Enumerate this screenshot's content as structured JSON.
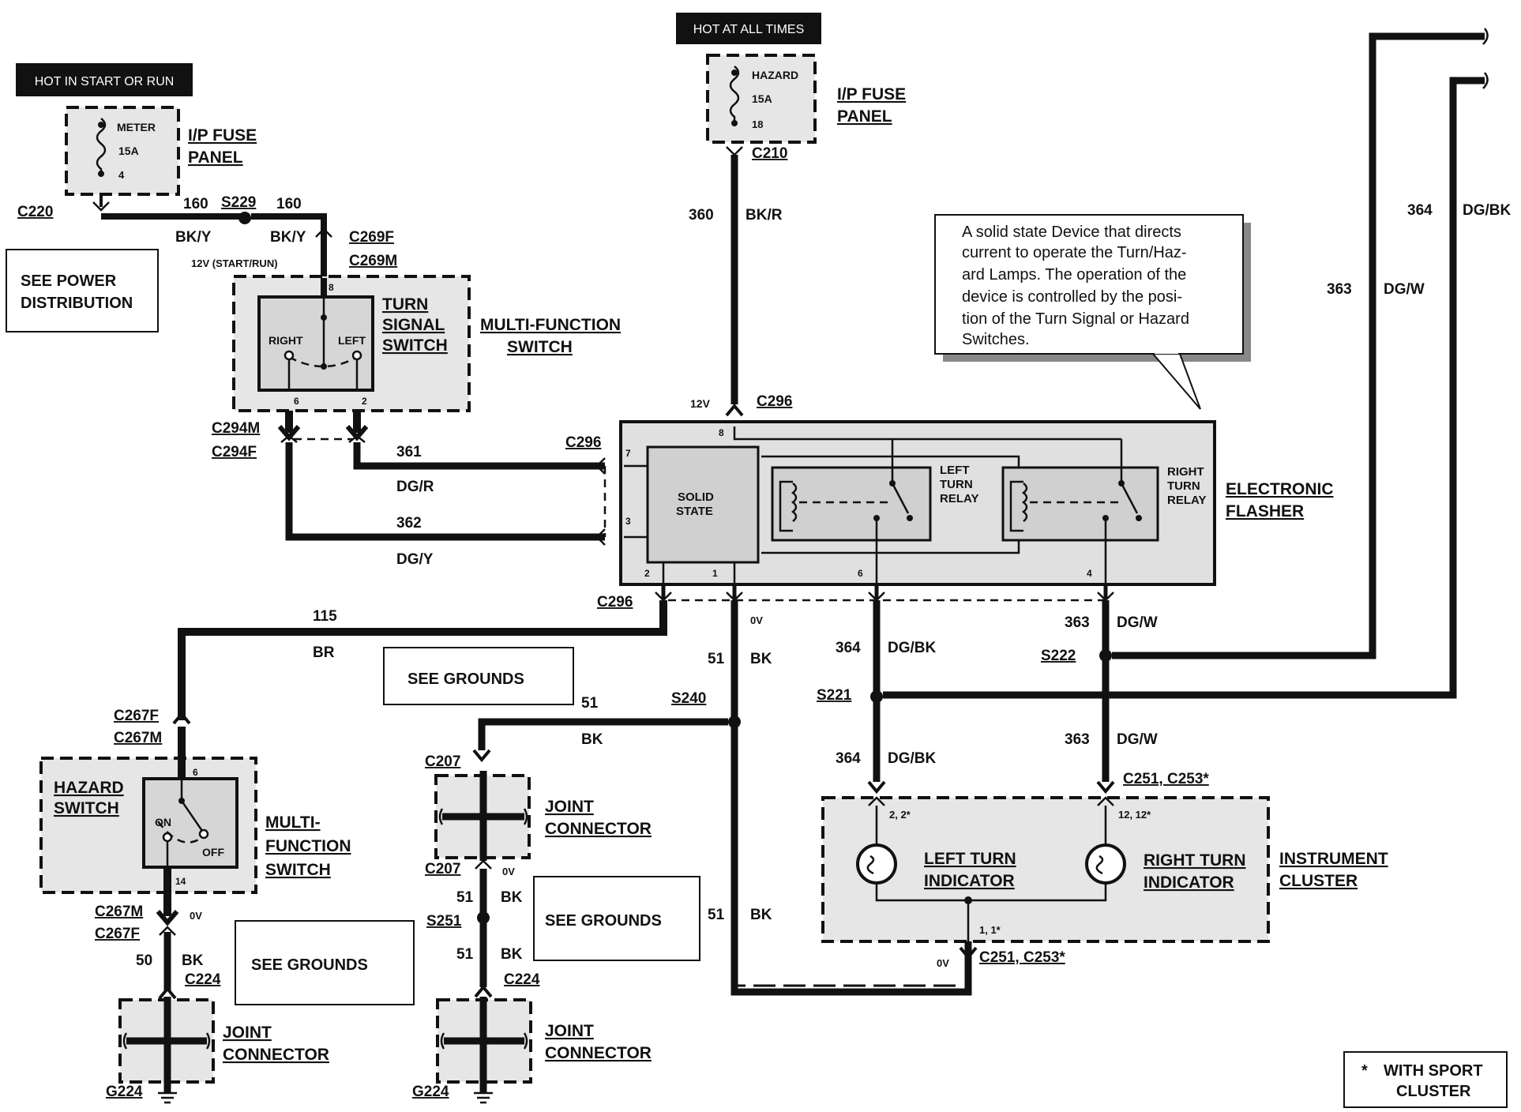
{
  "hot_labels": {
    "start_run": "HOT IN START OR RUN",
    "all_times": "HOT AT ALL TIMES"
  },
  "fuses": {
    "meter": {
      "name": "METER",
      "amps": "15A",
      "pin": "4"
    },
    "hazard": {
      "name": "HAZARD",
      "amps": "15A",
      "pin": "18"
    },
    "panel_label_1": "I/P FUSE",
    "panel_label_2": "PANEL"
  },
  "connectors": {
    "c220": "C220",
    "s229": "S229",
    "c269f": "C269F",
    "c269m": "C269M",
    "c294m": "C294M",
    "c294f": "C294F",
    "c210": "C210",
    "c296_top": "C296",
    "c296_right": "C296",
    "c296_bottom": "C296",
    "c267f": "C267F",
    "c267m": "C267M",
    "c267m_b": "C267M",
    "c267f_b": "C267F",
    "c224_left": "C224",
    "c224_mid": "C224",
    "g224_left": "G224",
    "g224_mid": "G224",
    "c207_top": "C207",
    "c207_bot": "C207",
    "s240": "S240",
    "s251": "S251",
    "s221": "S221",
    "s222": "S222",
    "c251_top": "C251, C253*",
    "c251_bot": "C251, C253*"
  },
  "wires": {
    "w160_a": "160",
    "w160_b": "160",
    "bky_a": "BK/Y",
    "bky_b": "BK/Y",
    "w360": "360",
    "bkr": "BK/R",
    "w361": "361",
    "dgr": "DG/R",
    "w362": "362",
    "dgy": "DG/Y",
    "w115": "115",
    "br": "BR",
    "w51_a": "51",
    "bk_a": "BK",
    "w51_b": "51",
    "bk_b": "BK",
    "w51_c": "51",
    "bk_c": "BK",
    "w51_d": "51",
    "bk_d": "BK",
    "w51_e": "51",
    "bk_e": "BK",
    "w50": "50",
    "bk_50": "BK",
    "w364_a": "364",
    "dgbk_a": "DG/BK",
    "w364_b": "364",
    "dgbk_b": "DG/BK",
    "w364_top": "364",
    "dgbk_top": "DG/BK",
    "w363_a": "363",
    "dgw_a": "DG/W",
    "w363_b": "363",
    "dgw_b": "DG/W",
    "w363_top": "363",
    "dgw_top": "DG/W"
  },
  "voltages": {
    "v12_startrun": "12V (START/RUN)",
    "v12_flasher": "12V",
    "v0_a": "0V",
    "v0_b": "0V",
    "v0_c": "0V",
    "v0_d": "0V"
  },
  "turn_signal_switch": {
    "title_1": "TURN",
    "title_2": "SIGNAL",
    "title_3": "SWITCH",
    "right": "RIGHT",
    "left": "LEFT",
    "pin_top": "8",
    "pin_right": "6",
    "pin_left": "2"
  },
  "multifunction_1": {
    "line_1": "MULTI-FUNCTION",
    "line_2": "SWITCH"
  },
  "multifunction_2": {
    "line_1": "MULTI-",
    "line_2": "FUNCTION",
    "line_3": "SWITCH"
  },
  "hazard_switch": {
    "title_1": "HAZARD",
    "title_2": "SWITCH",
    "on": "ON",
    "off": "OFF",
    "pin_top": "6",
    "pin_bot": "14"
  },
  "flasher": {
    "title_1": "ELECTRONIC",
    "title_2": "FLASHER",
    "solid_1": "SOLID",
    "solid_2": "STATE",
    "left_relay_1": "LEFT",
    "left_relay_2": "TURN",
    "left_relay_3": "RELAY",
    "right_relay_1": "RIGHT",
    "right_relay_2": "TURN",
    "right_relay_3": "RELAY",
    "pin_8": "8",
    "pin_7": "7",
    "pin_3": "3",
    "pin_2": "2",
    "pin_1": "1",
    "pin_6": "6",
    "pin_4": "4"
  },
  "note": {
    "l1": "A solid state Device that directs",
    "l2": "current to operate the Turn/Haz-",
    "l3": "ard Lamps. The operation of the",
    "l4": "device is controlled by the posi-",
    "l5": "tion of the Turn Signal or Hazard",
    "l6": "Switches."
  },
  "instrument_cluster": {
    "title_1": "INSTRUMENT",
    "title_2": "CLUSTER",
    "left_1": "LEFT TURN",
    "left_2": "INDICATOR",
    "right_1": "RIGHT TURN",
    "right_2": "INDICATOR",
    "pin_left": "2, 2*",
    "pin_right": "12, 12*",
    "pin_bot": "1, 1*"
  },
  "boxes": {
    "power_1": "SEE POWER",
    "power_2": "DISTRIBUTION",
    "grounds_a": "SEE GROUNDS",
    "grounds_b": "SEE GROUNDS",
    "grounds_c": "SEE GROUNDS"
  },
  "joint": {
    "l1": "JOINT",
    "l2": "CONNECTOR"
  },
  "legend": {
    "star": "*",
    "l1": "WITH SPORT",
    "l2": "CLUSTER"
  }
}
